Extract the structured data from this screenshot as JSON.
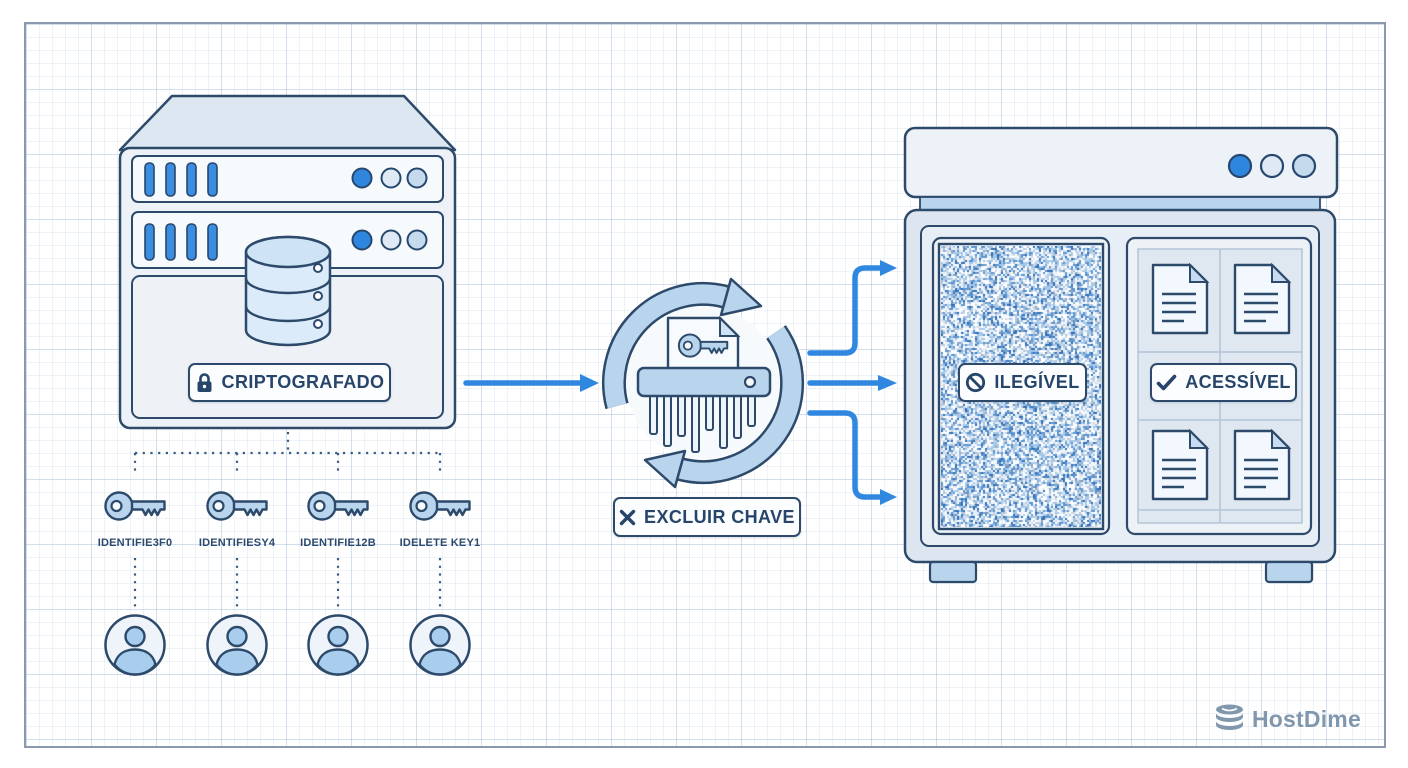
{
  "diagram": {
    "server": {
      "label": "CRIPTOGRAFADO",
      "icon": "lock-icon"
    },
    "keys": [
      {
        "label": "IDENTIFIE3F0",
        "icon": "key-icon"
      },
      {
        "label": "IDENTIFIESY4",
        "icon": "key-icon"
      },
      {
        "label": "IDENTIFIE12B",
        "icon": "key-icon"
      },
      {
        "label": "IDELETE KEY1",
        "icon": "key-icon"
      }
    ],
    "users_count": 4,
    "shredder": {
      "label": "EXCLUIR CHAVE",
      "icon": "x-icon",
      "center_icon": "key-document-shredder-icon",
      "ring_icon": "cycle-arrows-icon"
    },
    "storage": {
      "illegible_label": "ILEGÍVEL",
      "illegible_icon": "no-entry-icon",
      "accessible_label": "ACESSÍVEL",
      "accessible_icon": "check-icon",
      "documents_count": 4
    },
    "logo": {
      "text": "HostDime",
      "icon": "layers-icon"
    }
  },
  "icons": {
    "lock": "🔒",
    "x": "✕",
    "no_entry": "🚫",
    "check": "✓"
  },
  "colors": {
    "accent_blue": "#2F87E0",
    "stroke_navy": "#2D4A6B",
    "light_blue_fill": "#B9D5EE",
    "panel_fill": "#EDF2F8",
    "logo_gray": "#8097AD",
    "grid_line": "#C9D8EA"
  }
}
